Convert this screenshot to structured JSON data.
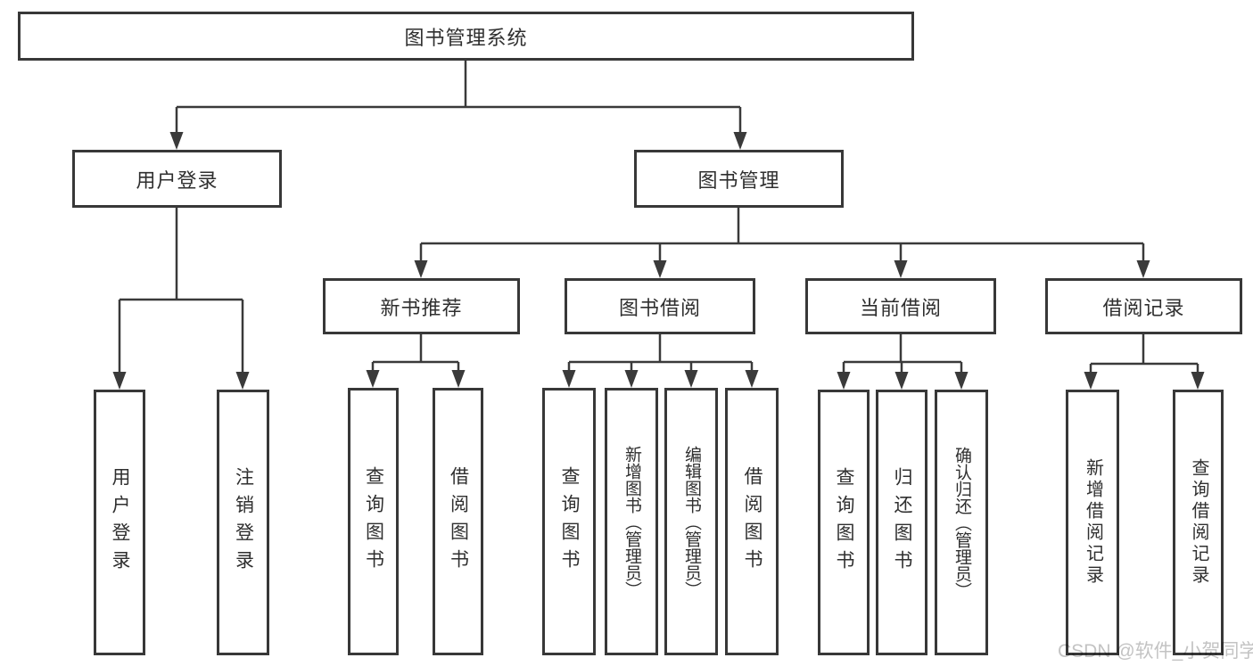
{
  "diagram_title": "图书管理系统",
  "tree": {
    "label": "图书管理系统",
    "children": [
      {
        "label": "用户登录",
        "children": [
          {
            "label": "用户登录"
          },
          {
            "label": "注销登录"
          }
        ]
      },
      {
        "label": "图书管理",
        "children": [
          {
            "label": "新书推荐",
            "children": [
              {
                "label": "查询图书"
              },
              {
                "label": "借阅图书"
              }
            ]
          },
          {
            "label": "图书借阅",
            "children": [
              {
                "label": "查询图书"
              },
              {
                "label": "新增图书（管理员）"
              },
              {
                "label": "编辑图书（管理员）"
              },
              {
                "label": "借阅图书"
              }
            ]
          },
          {
            "label": "当前借阅",
            "children": [
              {
                "label": "查询图书"
              },
              {
                "label": "归还图书"
              },
              {
                "label": "确认归还（管理员）"
              }
            ]
          },
          {
            "label": "借阅记录",
            "children": [
              {
                "label": "新增借阅记录"
              },
              {
                "label": "查询借阅记录"
              }
            ]
          }
        ]
      }
    ]
  },
  "watermark": {
    "text": "CSDN @软件_小贺同学"
  },
  "colors": {
    "line": "#3a3a3a",
    "box_border": "#383838",
    "text": "#2f2f2f",
    "watermark": "#c3c3c3",
    "background": "#ffffff"
  }
}
